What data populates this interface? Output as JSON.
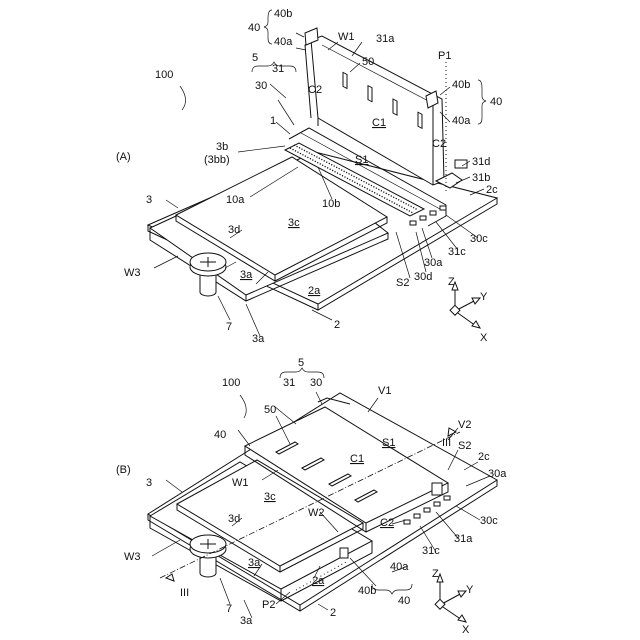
{
  "panel_a": {
    "panel_label": "(A)",
    "ref_100": "100",
    "group_40_top": "40",
    "ref_40b_top": "40b",
    "ref_40a_top": "40a",
    "ref_W1": "W1",
    "ref_31a": "31a",
    "ref_P1": "P1",
    "ref_40b_right": "40b",
    "group_40_right": "40",
    "ref_40a_right": "40a",
    "ref_5": "5",
    "ref_31": "31",
    "ref_50": "50",
    "ref_C2_left": "C2",
    "ref_30": "30",
    "ref_C1": "C1",
    "ref_C2_right": "C2",
    "ref_1": "1",
    "ref_3b": "3b",
    "ref_3bb": "(3bb)",
    "ref_S1": "S1",
    "ref_31d": "31d",
    "ref_31b": "31b",
    "ref_2c": "2c",
    "ref_10a": "10a",
    "ref_10b": "10b",
    "ref_3": "3",
    "ref_3c": "3c",
    "ref_3d": "3d",
    "ref_30c": "30c",
    "ref_31c": "31c",
    "ref_30a": "30a",
    "ref_W3": "W3",
    "ref_3a_upper": "3a",
    "ref_2a": "2a",
    "ref_30d": "30d",
    "ref_S2": "S2",
    "ref_7": "7",
    "ref_2": "2",
    "ref_3a_lower": "3a",
    "axis_z": "Z",
    "axis_y": "Y",
    "axis_x": "X"
  },
  "panel_b": {
    "panel_label": "(B)",
    "group_5": "5",
    "ref_100": "100",
    "ref_31": "31",
    "ref_30": "30",
    "ref_V1": "V1",
    "ref_50": "50",
    "ref_40": "40",
    "ref_S1": "S1",
    "ref_III_right": "III",
    "ref_V2": "V2",
    "ref_S2": "S2",
    "ref_C1": "C1",
    "ref_2c": "2c",
    "ref_30a": "30a",
    "ref_3": "3",
    "ref_W1": "W1",
    "ref_3c": "3c",
    "ref_3d": "3d",
    "ref_W2": "W2",
    "ref_C2": "C2",
    "ref_30c": "30c",
    "ref_31c": "31c",
    "ref_31a": "31a",
    "ref_W3": "W3",
    "ref_3a_upper": "3a",
    "ref_2a": "2a",
    "ref_40a": "40a",
    "ref_40b": "40b",
    "group_40": "40",
    "ref_III_left": "III",
    "ref_7": "7",
    "ref_P2": "P2",
    "ref_2": "2",
    "ref_3a_lower": "3a",
    "axis_z": "Z",
    "axis_y": "Y",
    "axis_x": "X"
  }
}
